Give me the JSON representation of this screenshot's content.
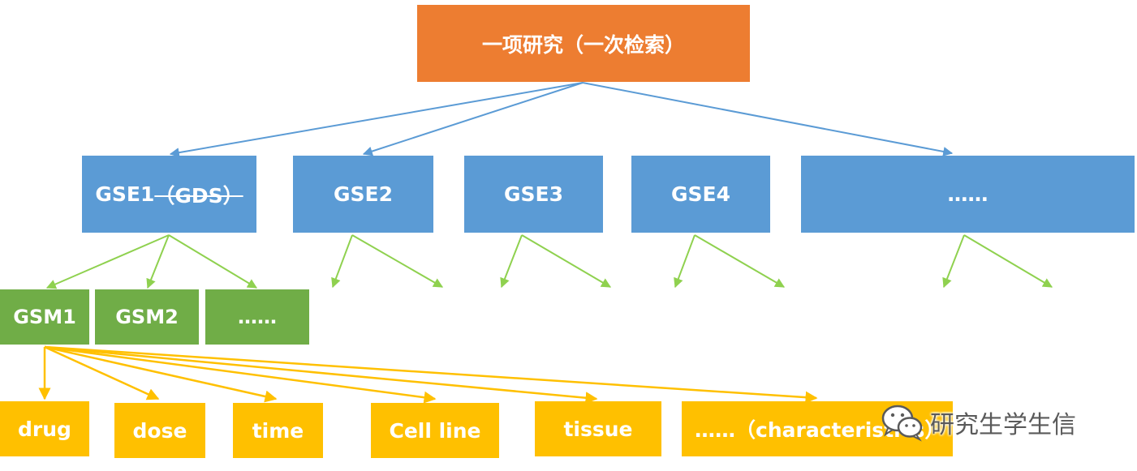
{
  "root": {
    "label": "一项研究（一次检索）"
  },
  "gse": [
    {
      "label": "GSE1",
      "extra": "（GDS）"
    },
    {
      "label": "GSE2"
    },
    {
      "label": "GSE3"
    },
    {
      "label": "GSE4"
    },
    {
      "label": "……"
    }
  ],
  "gsm": [
    {
      "label": "GSM1"
    },
    {
      "label": "GSM2"
    },
    {
      "label": "……"
    }
  ],
  "attributes": [
    {
      "label": "drug"
    },
    {
      "label": "dose"
    },
    {
      "label": "time"
    },
    {
      "label": "Cell line"
    },
    {
      "label": "tissue"
    },
    {
      "label": "……（characteristics）"
    }
  ],
  "watermark": {
    "text": "研究生学生信",
    "icon": "wechat-icon"
  },
  "colors": {
    "root": "#ED7D31",
    "gse": "#5B9BD5",
    "gsm": "#70AD47",
    "attribute": "#FFC000",
    "edge_root_gse": "#5B9BD5",
    "edge_gse_gsm": "#8FD14F",
    "edge_gsm_attr": "#FFC000"
  }
}
